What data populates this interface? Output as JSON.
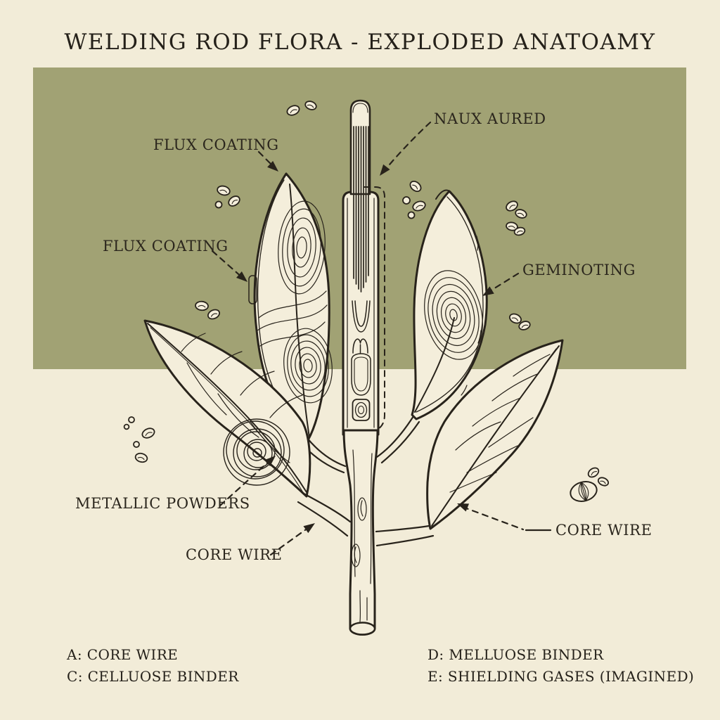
{
  "title": "WELDING ROD FLORA - EXPLODED ANATOAMY",
  "colors": {
    "background": "#f2ecd8",
    "panel_green": "#a1a274",
    "ink": "#28231b",
    "fill_cream": "#f4eedb"
  },
  "callouts": {
    "flux_coating_top": "FLUX COATING",
    "naux_aured": "NAUX AURED",
    "flux_coating_left": "FLUX COATING",
    "geminoting": "GEMINOTING",
    "metallic_powders": "METALLIC POWDERS",
    "core_wire_left": "CORE WIRE",
    "core_wire_right": "CORE WIRE"
  },
  "legend": {
    "items": [
      {
        "text": "A: CORE WIRE"
      },
      {
        "text": "C: CELLUOSE BINDER"
      },
      {
        "text": "D: MELLUOSE BINDER"
      },
      {
        "text": "E: SHIELDING GASES (IMAGINED)"
      }
    ]
  }
}
